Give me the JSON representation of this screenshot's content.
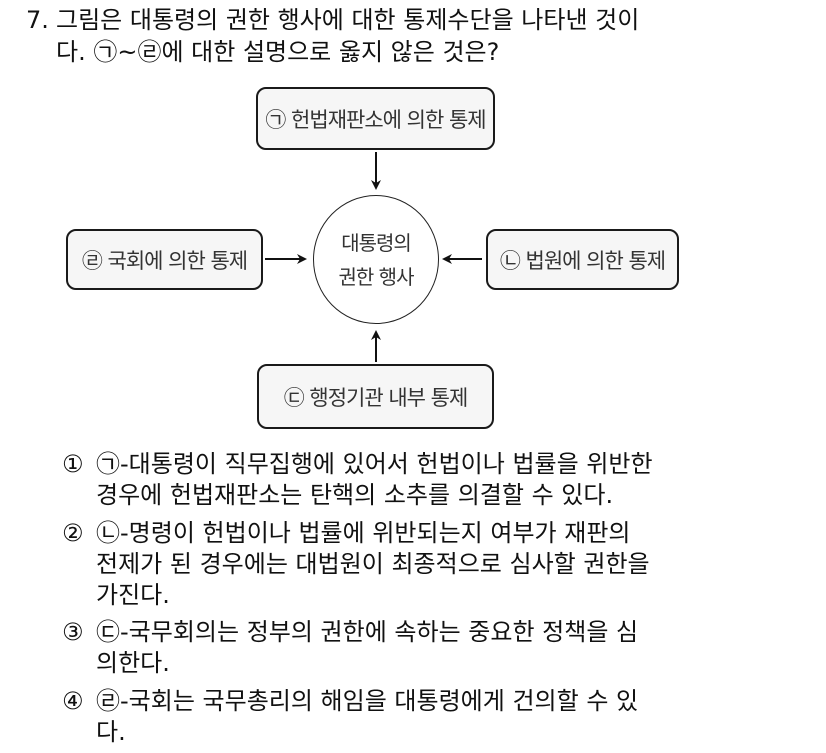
{
  "question": {
    "number": "7.",
    "line1": "그림은 대통령의 권한 행사에 대한 통제수단을 나타낸 것이",
    "line2": "다. ㉠~㉣에 대한 설명으로 옳지 않은 것은?"
  },
  "diagram": {
    "center": {
      "line1": "대통령의",
      "line2": "권한 행사"
    },
    "top_box": "㉠ 헌법재판소에 의한 통제",
    "right_box": "㉡ 법원에 의한 통제",
    "bottom_box": "㉢ 행정기관 내부 통제",
    "left_box": "㉣ 국회에 의한 통제",
    "arrows": [
      "down-arrow-top-to-center",
      "left-arrow-right-to-center",
      "up-arrow-bottom-to-center",
      "right-arrow-left-to-center"
    ]
  },
  "options": [
    {
      "mark": "①",
      "lines": [
        "㉠-대통령이 직무집행에 있어서 헌법이나 법률을 위반한",
        "경우에 헌법재판소는 탄핵의 소추를 의결할 수 있다."
      ]
    },
    {
      "mark": "②",
      "lines": [
        "㉡-명령이 헌법이나 법률에 위반되는지 여부가 재판의",
        "전제가 된 경우에는 대법원이 최종적으로 심사할 권한을",
        "가진다."
      ]
    },
    {
      "mark": "③",
      "lines": [
        "㉢-국무회의는 정부의 권한에 속하는 중요한 정책을 심",
        "의한다."
      ]
    },
    {
      "mark": "④",
      "lines": [
        "㉣-국회는 국무총리의 해임을 대통령에게 건의할 수 있",
        "다."
      ]
    }
  ]
}
